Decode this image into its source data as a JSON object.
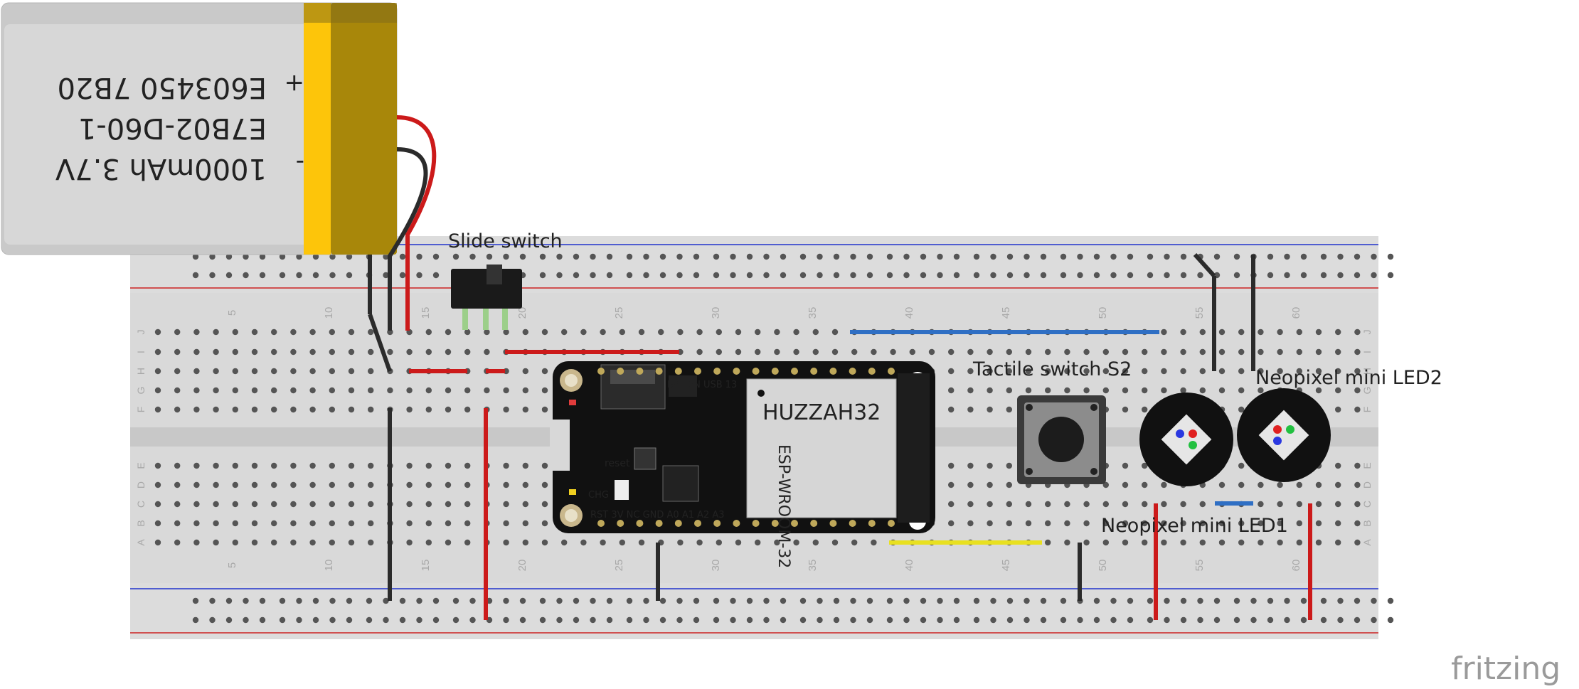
{
  "labels": {
    "slide_switch": "Slide switch",
    "tactile_switch": "Tactile switch S2",
    "neopixel_led2": "Neopixel mini LED2",
    "neopixel_led1": "Neopixel mini LED1",
    "huzzah": "HUZZAH32"
  },
  "battery": {
    "line1": "1000mAh 3.7V",
    "line2": "E7B02-D60-1",
    "line3": "E603450 7B20",
    "plus": "+",
    "minus": "-"
  },
  "board": {
    "top_pins": "BAT EN USB 13",
    "bottom_pins": "RST 3V NC GND A0 A1 A2 A3",
    "reset": "reset",
    "chg": "CHG",
    "module": "ESP-WROOM-32"
  },
  "breadboard": {
    "column_numbers": [
      "5",
      "10",
      "15",
      "20",
      "25",
      "30",
      "35",
      "40",
      "45",
      "50",
      "55",
      "60"
    ],
    "row_letters_top": [
      "J",
      "I",
      "H",
      "G",
      "F"
    ],
    "row_letters_bottom": [
      "E",
      "D",
      "C",
      "B",
      "A"
    ]
  },
  "wire_colors": {
    "red": "#cc1a1a",
    "black": "#2b2b2b",
    "blue": "#2f6fc4",
    "yellow": "#e8e020"
  },
  "logo": "fritzing"
}
